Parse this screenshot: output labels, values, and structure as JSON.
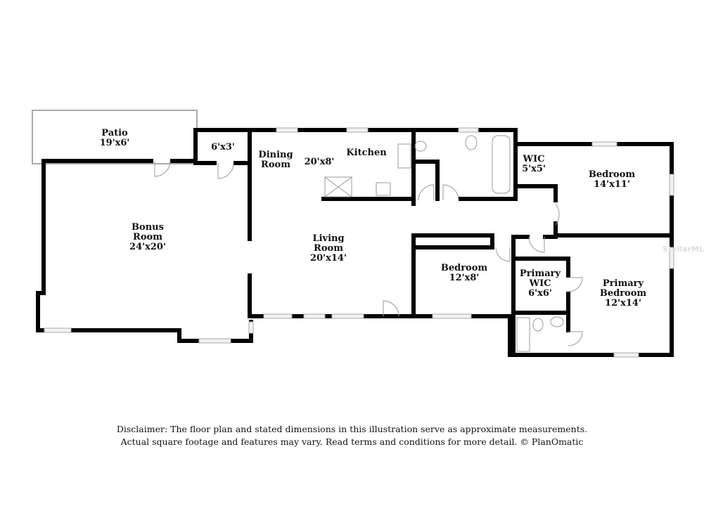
{
  "rooms": {
    "patio": {
      "name": "Patio",
      "dims": "19'x6'"
    },
    "closet": {
      "dims": "6'x3'"
    },
    "dining": {
      "name1": "Dining",
      "name2": "Room"
    },
    "kitchen": {
      "name": "Kitchen",
      "dims": "20'x8'"
    },
    "wic": {
      "name": "WIC",
      "dims": "5'x5'"
    },
    "bedroom1": {
      "name": "Bedroom",
      "dims": "14'x11'"
    },
    "bonus": {
      "name1": "Bonus",
      "name2": "Room",
      "dims": "24'x20'"
    },
    "living": {
      "name1": "Living",
      "name2": "Room",
      "dims": "20'x14'"
    },
    "bedroom2": {
      "name": "Bedroom",
      "dims": "12'x8'"
    },
    "primary_wic": {
      "name1": "Primary",
      "name2": "WIC",
      "dims": "6'x6'"
    },
    "primary_bedroom": {
      "name1": "Primary",
      "name2": "Bedroom",
      "dims": "12'x14'"
    }
  },
  "watermark": "StellarMLS",
  "disclaimer": {
    "line1": "Disclaimer: The floor plan and stated dimensions in this illustration serve as approximate measurements.",
    "line2": "Actual square footage and features may vary. Read terms and conditions for more detail. © PlanOmatic"
  }
}
